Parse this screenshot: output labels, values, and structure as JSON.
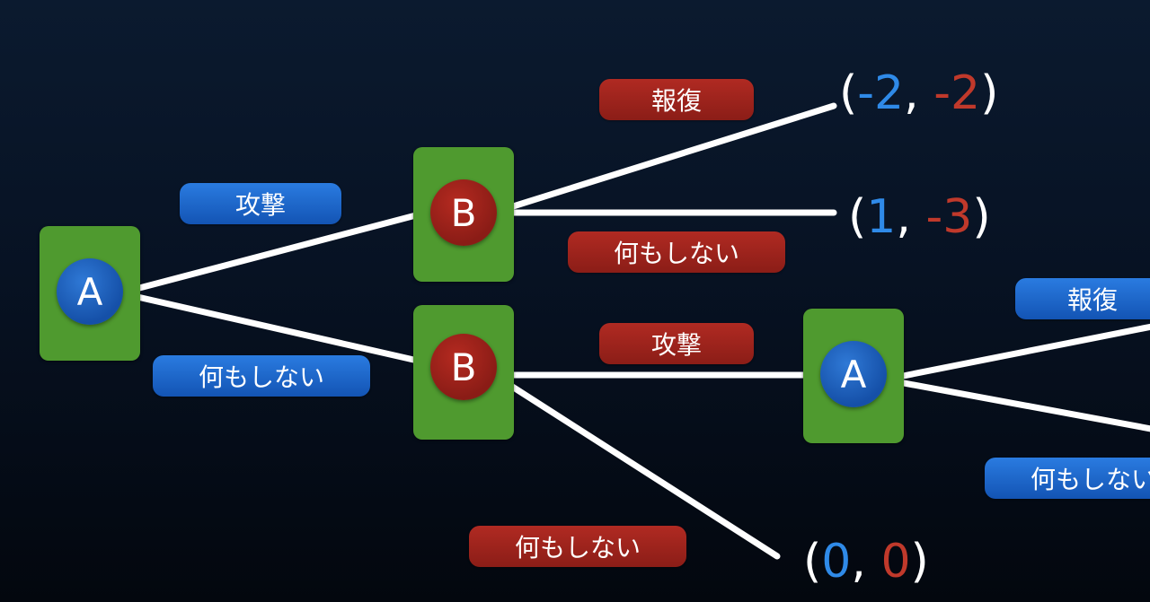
{
  "colors": {
    "player_a": "#1f63c4",
    "player_b": "#a32219",
    "decision_box": "#4f9a2f",
    "edge": "#ffffff",
    "payoff_a": "#2f8ae8",
    "payoff_b": "#c0392b",
    "background": "#050c18"
  },
  "nodes": {
    "root_a": "A",
    "b_after_attack": "B",
    "b_after_nothing": "B",
    "a_after_b_attack": "A"
  },
  "labels": {
    "attack_1": "攻撃",
    "nothing_1": "何もしない",
    "retaliate_1": "報復",
    "nothing_2": "何もしない",
    "attack_2": "攻撃",
    "nothing_3": "何もしない",
    "retaliate_2": "報復",
    "nothing_4": "何もしない"
  },
  "payoffs": {
    "p1": {
      "a": "-2",
      "b": "-2"
    },
    "p2": {
      "a": "1",
      "b": "-3"
    },
    "p3": {
      "a": "0",
      "b": "0"
    }
  }
}
